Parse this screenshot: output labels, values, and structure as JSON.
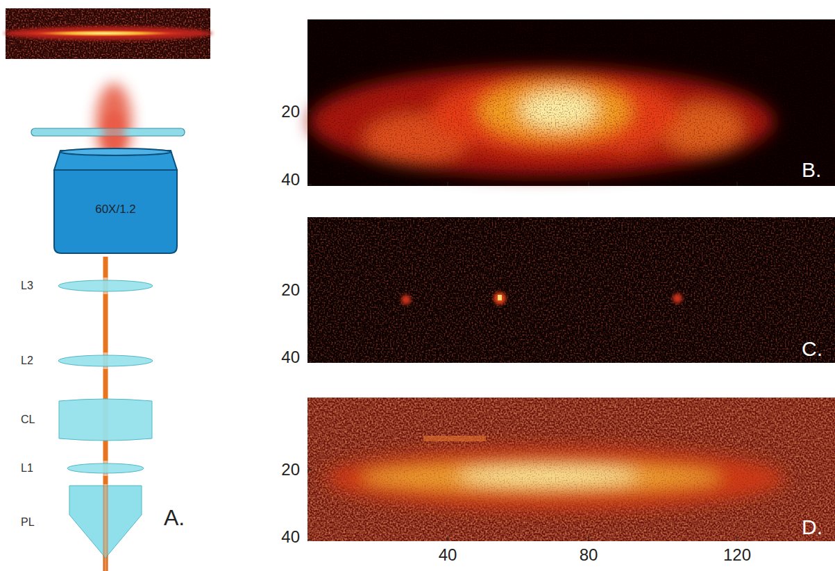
{
  "diagram": {
    "nodes": [
      {
        "text": [
          "60X/1.2"
        ]
      },
      {
        "text": [
          "L3"
        ]
      },
      {
        "text": [
          "L2"
        ]
      },
      {
        "text": [
          "CL"
        ]
      },
      {
        "text": [
          "L1"
        ]
      },
      {
        "text": [
          "PL"
        ]
      }
    ],
    "edges": [
      {
        "from": 0,
        "to": 1,
        "arrow": "none"
      },
      {
        "from": 1,
        "to": 2,
        "arrow": "none"
      },
      {
        "from": 2,
        "to": 3,
        "arrow": "none"
      },
      {
        "from": 3,
        "to": 4,
        "arrow": "none"
      },
      {
        "from": 4,
        "to": 5,
        "arrow": "none"
      }
    ],
    "labels": [
      "A.",
      "20",
      "40",
      "B.",
      "20",
      "40",
      "C.",
      "20",
      "40",
      "D.",
      "40",
      "80",
      "120"
    ]
  }
}
